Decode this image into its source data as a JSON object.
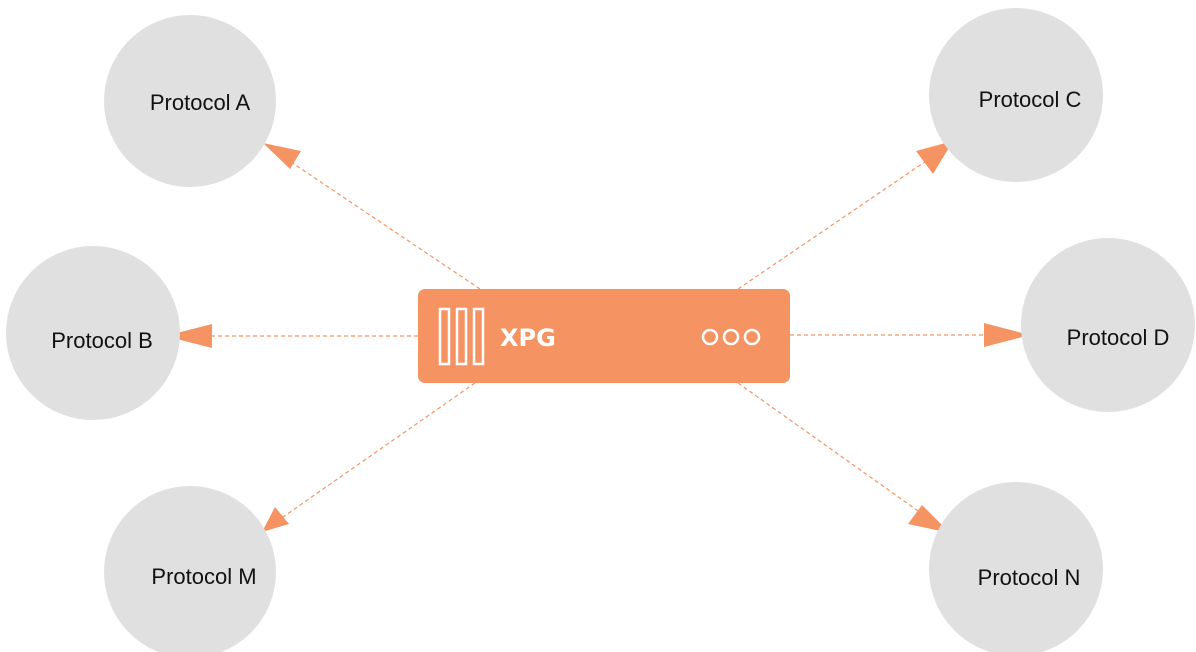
{
  "colors": {
    "accent": "#f59362",
    "node_fill": "#e0e0e0",
    "label_text": "#111111",
    "device_text": "#ffffff"
  },
  "hub": {
    "label": "XPG",
    "left_icon": "triple-bars-icon",
    "right_icon": "three-rings-icon"
  },
  "nodes": [
    {
      "id": "protocol-a",
      "label": "Protocol A"
    },
    {
      "id": "protocol-b",
      "label": "Protocol B"
    },
    {
      "id": "protocol-m",
      "label": "Protocol M"
    },
    {
      "id": "protocol-c",
      "label": "Protocol C"
    },
    {
      "id": "protocol-d",
      "label": "Protocol D"
    },
    {
      "id": "protocol-n",
      "label": "Protocol N"
    }
  ]
}
